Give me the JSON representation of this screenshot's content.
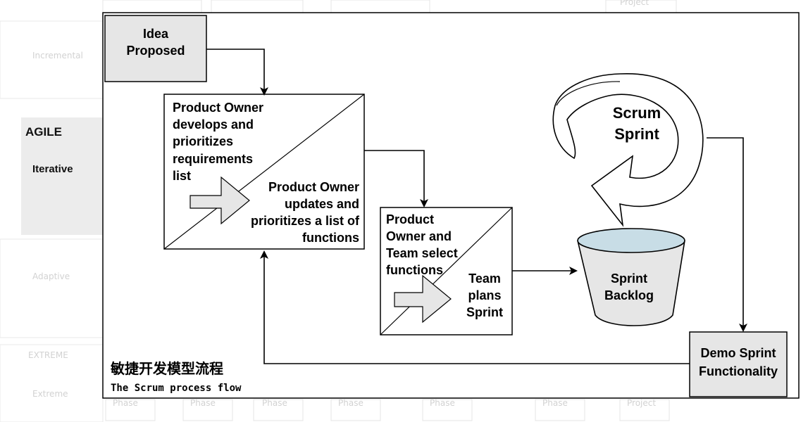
{
  "background": {
    "left_labels": [
      "Incremental",
      "Adaptive",
      "EXTREME",
      "Extreme"
    ],
    "bottom_labels": [
      "Phase",
      "Phase",
      "Phase",
      "Phase",
      "Phase",
      "Phase",
      "Project"
    ],
    "top_labels": [
      "Project"
    ]
  },
  "sidebar": {
    "heading": "AGILE",
    "subheading": "Iterative",
    "panel_color": "#ececec"
  },
  "nodes": {
    "idea": [
      "Idea",
      "Proposed"
    ],
    "po_develops": [
      "Product Owner",
      "develops and",
      "prioritizes",
      "requirements",
      "list"
    ],
    "po_updates": [
      "Product Owner",
      "updates and",
      "prioritizes a list of",
      "functions"
    ],
    "po_team_select": [
      "Product",
      "Owner and",
      "Team select",
      "functions"
    ],
    "team_plans": [
      "Team",
      "plans",
      "Sprint"
    ],
    "scrum_sprint": [
      "Scrum",
      "Sprint"
    ],
    "sprint_backlog": [
      "Sprint",
      "Backlog"
    ],
    "demo": [
      "Demo Sprint",
      "Functionality"
    ]
  },
  "colors": {
    "box_fill": "#e6e6e6",
    "backlog_top": "#c8dde6",
    "backlog_body": "#e6e6e6",
    "line": "#000000"
  },
  "caption": {
    "title_cn": "敏捷开发模型流程",
    "title_en": "The Scrum process flow"
  }
}
